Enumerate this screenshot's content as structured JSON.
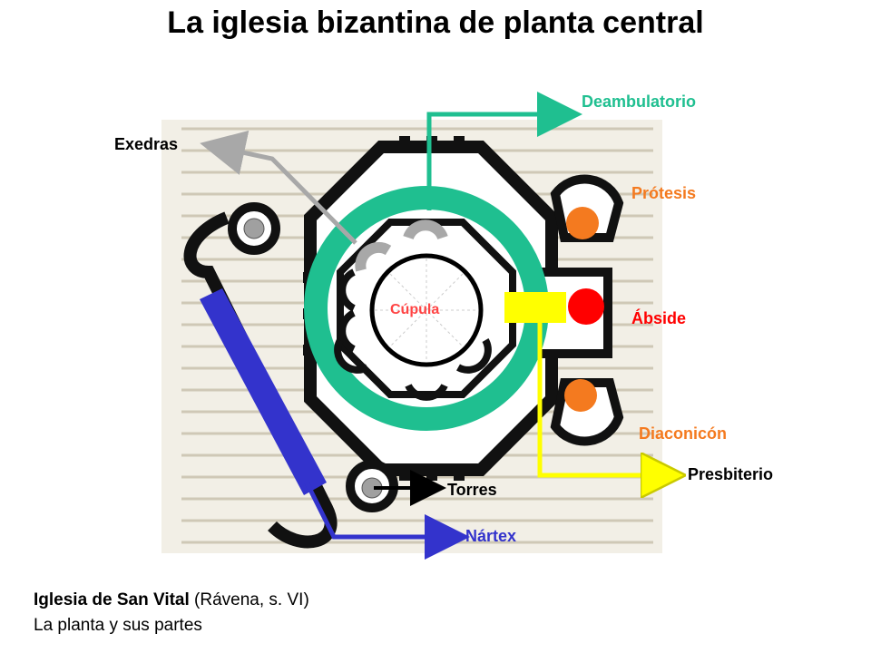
{
  "title": "La iglesia bizantina de planta central",
  "labels": {
    "deambulatorio": "Deambulatorio",
    "exedras": "Exedras",
    "protesis": "Prótesis",
    "cupula": "Cúpula",
    "abside": "Ábside",
    "diaconicon": "Diaconicón",
    "presbiterio": "Presbiterio",
    "torres": "Torres",
    "nartex": "Nártex"
  },
  "caption": {
    "church_name": "Iglesia de San Vital",
    "location": " (Rávena, s. VI)",
    "subtitle": "La planta y sus partes"
  },
  "colors": {
    "deambulatorio": "#1fbf90",
    "protesis": "#f47a1f",
    "abside": "#ff0000",
    "diaconicon": "#f47a1f",
    "presbiterio": "#ffff00",
    "nartex": "#3333cc",
    "exedras": "#a8a8a8",
    "torres": "#000000",
    "cupula": "#ff4444"
  }
}
